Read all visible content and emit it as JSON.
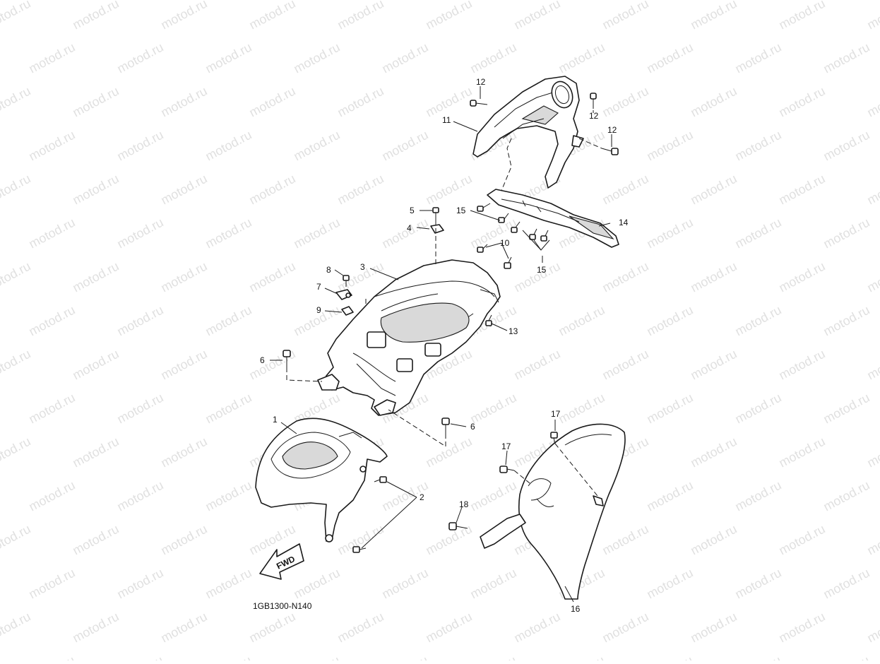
{
  "watermark": {
    "text": "motod.ru",
    "color": "#c8c8c8"
  },
  "diagram": {
    "code": "1GB1300-N140",
    "fwd_label": "FWD",
    "callouts": {
      "c1": "1",
      "c2": "2",
      "c3": "3",
      "c4": "4",
      "c5": "5",
      "c6a": "6",
      "c6b": "6",
      "c7": "7",
      "c8": "8",
      "c9": "9",
      "c10": "10",
      "c11": "11",
      "c12a": "12",
      "c12b": "12",
      "c12c": "12",
      "c13": "13",
      "c14": "14",
      "c15a": "15",
      "c15b": "15",
      "c16": "16",
      "c17a": "17",
      "c17b": "17",
      "c18": "18"
    }
  }
}
